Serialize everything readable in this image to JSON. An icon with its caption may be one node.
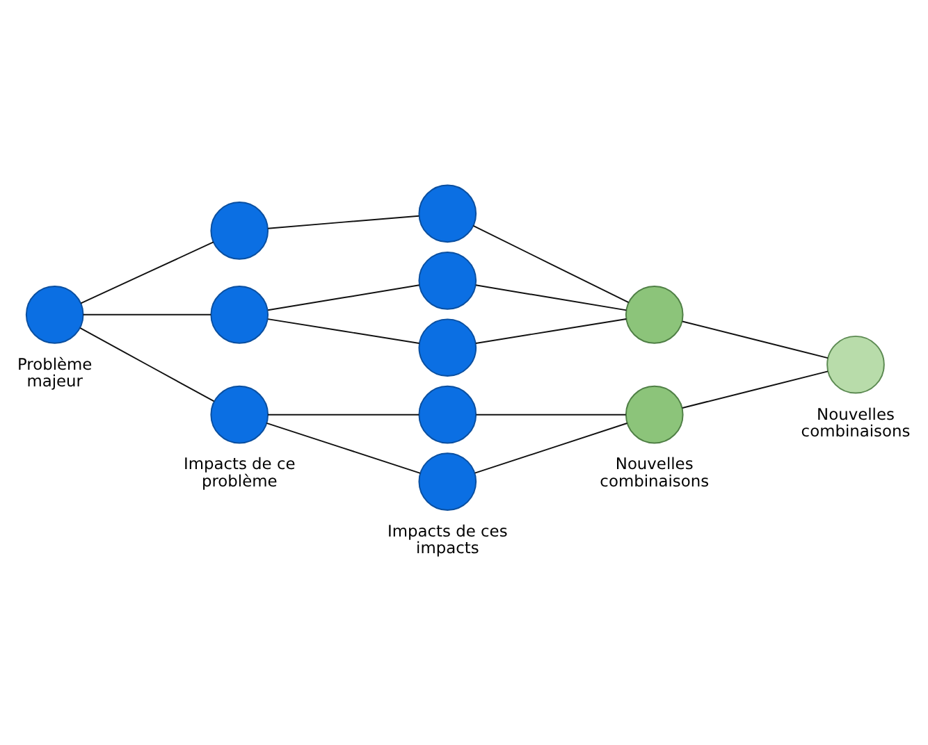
{
  "diagram": {
    "nodes": [
      {
        "text": [],
        "shape": "circle",
        "beside": [
          "Problème majeur"
        ]
      },
      {
        "text": [],
        "shape": "circle"
      },
      {
        "text": [],
        "shape": "circle"
      },
      {
        "text": [],
        "shape": "circle",
        "beside": [
          "Impacts de ce problème"
        ]
      },
      {
        "text": [],
        "shape": "circle"
      },
      {
        "text": [],
        "shape": "circle"
      },
      {
        "text": [],
        "shape": "circle"
      },
      {
        "text": [],
        "shape": "circle"
      },
      {
        "text": [],
        "shape": "circle",
        "beside": [
          "Impacts de ces impacts"
        ]
      },
      {
        "text": [],
        "shape": "circle"
      },
      {
        "text": [],
        "shape": "circle",
        "beside": [
          "Nouvelles combinaisons"
        ]
      },
      {
        "text": [],
        "shape": "circle",
        "beside": [
          "Nouvelles combinaisons"
        ]
      }
    ],
    "edges": [
      {
        "from": 0,
        "to": 1,
        "arrow": "none"
      },
      {
        "from": 0,
        "to": 2,
        "arrow": "none"
      },
      {
        "from": 0,
        "to": 3,
        "arrow": "none"
      },
      {
        "from": 1,
        "to": 4,
        "arrow": "none"
      },
      {
        "from": 2,
        "to": 5,
        "arrow": "none"
      },
      {
        "from": 2,
        "to": 6,
        "arrow": "none"
      },
      {
        "from": 3,
        "to": 7,
        "arrow": "none"
      },
      {
        "from": 3,
        "to": 8,
        "arrow": "none"
      },
      {
        "from": 4,
        "to": 9,
        "arrow": "none"
      },
      {
        "from": 5,
        "to": 9,
        "arrow": "none"
      },
      {
        "from": 6,
        "to": 9,
        "arrow": "none"
      },
      {
        "from": 7,
        "to": 10,
        "arrow": "none"
      },
      {
        "from": 8,
        "to": 10,
        "arrow": "none"
      },
      {
        "from": 9,
        "to": 11,
        "arrow": "none"
      },
      {
        "from": 10,
        "to": 11,
        "arrow": "none"
      }
    ]
  }
}
